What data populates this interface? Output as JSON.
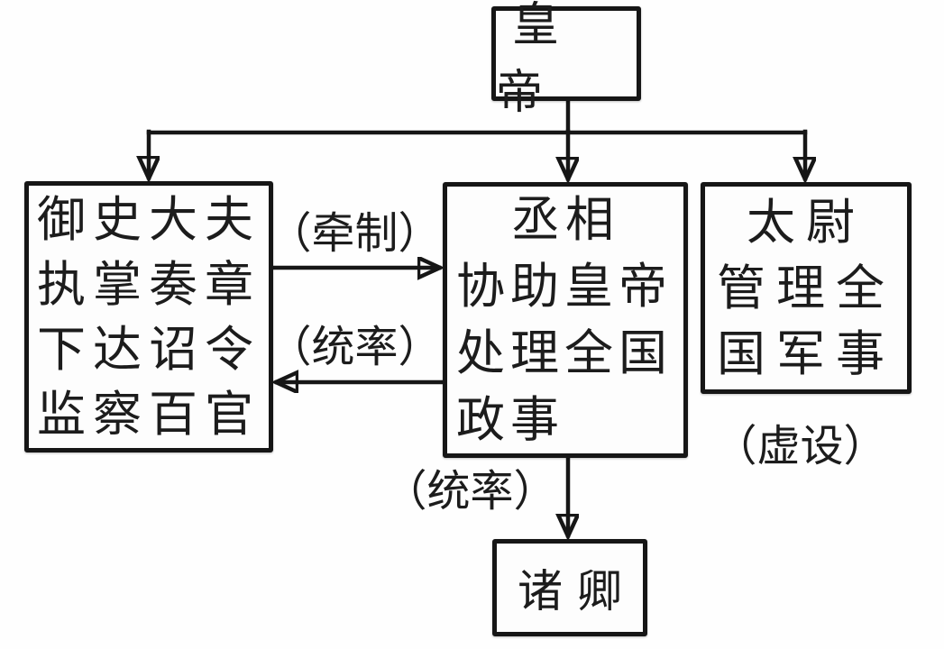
{
  "diagram": {
    "nodes": {
      "emperor": {
        "label": "皇帝"
      },
      "censor": {
        "lines": [
          "御史大夫",
          "执掌奏章",
          "下达诏令",
          "监察百官"
        ]
      },
      "chancellor": {
        "lines": [
          "丞相",
          "协助皇帝",
          "处理全国",
          "政事"
        ]
      },
      "commandant": {
        "lines": [
          "太尉",
          "管理全",
          "国军事"
        ]
      },
      "ministers": {
        "label": "诸卿"
      }
    },
    "edge_labels": {
      "restrain": "（牵制）",
      "command": "（统率）",
      "command_down": "（统率）",
      "nominal": "（虚设）"
    },
    "colors": {
      "ink": "#161616",
      "paper": "#fefefe"
    }
  }
}
